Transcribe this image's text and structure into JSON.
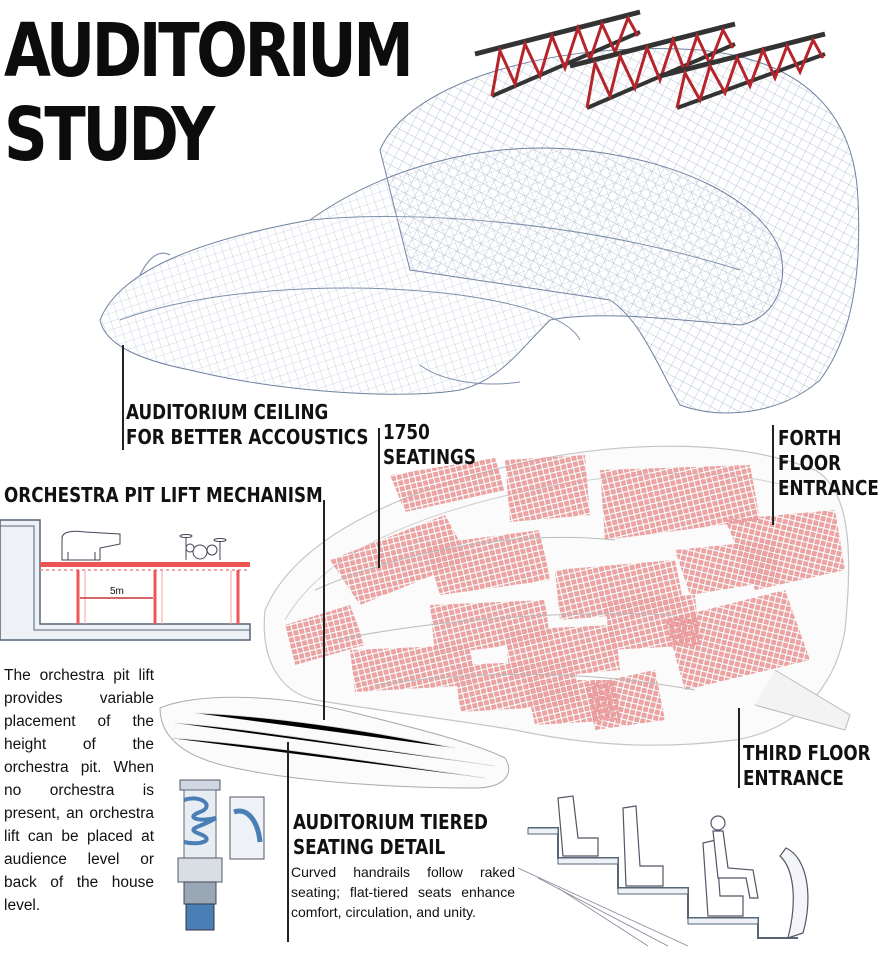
{
  "title": {
    "line1": "AUDITORIUM",
    "line2": "STUDY"
  },
  "labels": {
    "ceiling_line1": "AUDITORIUM CEILING",
    "ceiling_line2": "FOR BETTER ACCOUSTICS",
    "seatings_line1": "1750",
    "seatings_line2": "SEATINGS",
    "forth_line1": "FORTH",
    "forth_line2": "FLOOR",
    "forth_line3": "ENTRANCE",
    "third_line1": "THIRD FLOOR",
    "third_line2": "ENTRANCE",
    "pit_title": "ORCHESTRA PIT LIFT MECHANISM",
    "tiered_line1": "AUDITORIUM TIERED",
    "tiered_line2": "SEATING DETAIL"
  },
  "pit_diagram": {
    "dimension": "5m"
  },
  "pit_text": "The orchestra pit lift provides variable placement of the height of the orchestra pit. When no orchestra is present, an orchestra lift can be placed at audience level or back of the house level.",
  "tiered_text": "Curved handrails follow raked seating; flat-tiered seats enhance comfort, circulation, and unity.",
  "colors": {
    "seat_red": "#f0a3a3",
    "mesh_blue": "#8fa3bd",
    "truss_red": "#b5252b",
    "truss_dark": "#333333",
    "lift_blue": "#4a7fb5"
  },
  "icons": [
    "roof-truss",
    "ceiling-mesh",
    "seating-plan",
    "pit-lift-section",
    "lift-mechanism",
    "seating-section"
  ]
}
